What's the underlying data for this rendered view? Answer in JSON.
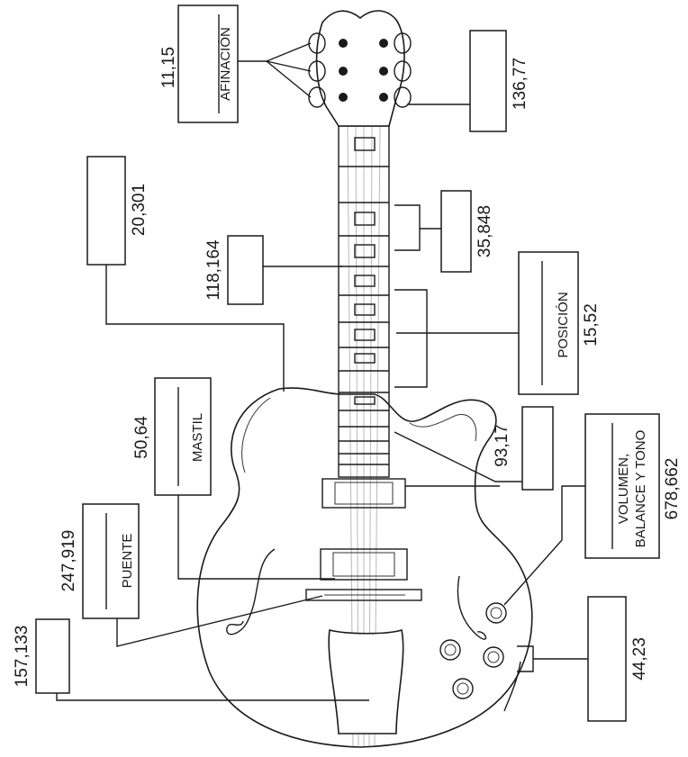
{
  "diagram": {
    "callouts": [
      {
        "id": "afinacion",
        "word": "AFINACIÓN",
        "value": "11,15"
      },
      {
        "id": "cabeza",
        "value": "136,77"
      },
      {
        "id": "traste",
        "value": "20,301"
      },
      {
        "id": "diapason",
        "value": "118,164"
      },
      {
        "id": "cejuela",
        "value": "35,848"
      },
      {
        "id": "posicion",
        "word": "POSICIÓN",
        "value": "15,52"
      },
      {
        "id": "mastil",
        "word": "MASTIL",
        "value": "50,64"
      },
      {
        "id": "pastilla",
        "value": "93,17"
      },
      {
        "id": "volumen",
        "word_line1": "VOLUMEN,",
        "word_line2": "BALANCE Y TONO",
        "value": "678,662"
      },
      {
        "id": "puente",
        "word": "PUENTE",
        "value": "247,919"
      },
      {
        "id": "cordal",
        "value": "157,133"
      },
      {
        "id": "controles",
        "value": "44,23"
      }
    ]
  }
}
